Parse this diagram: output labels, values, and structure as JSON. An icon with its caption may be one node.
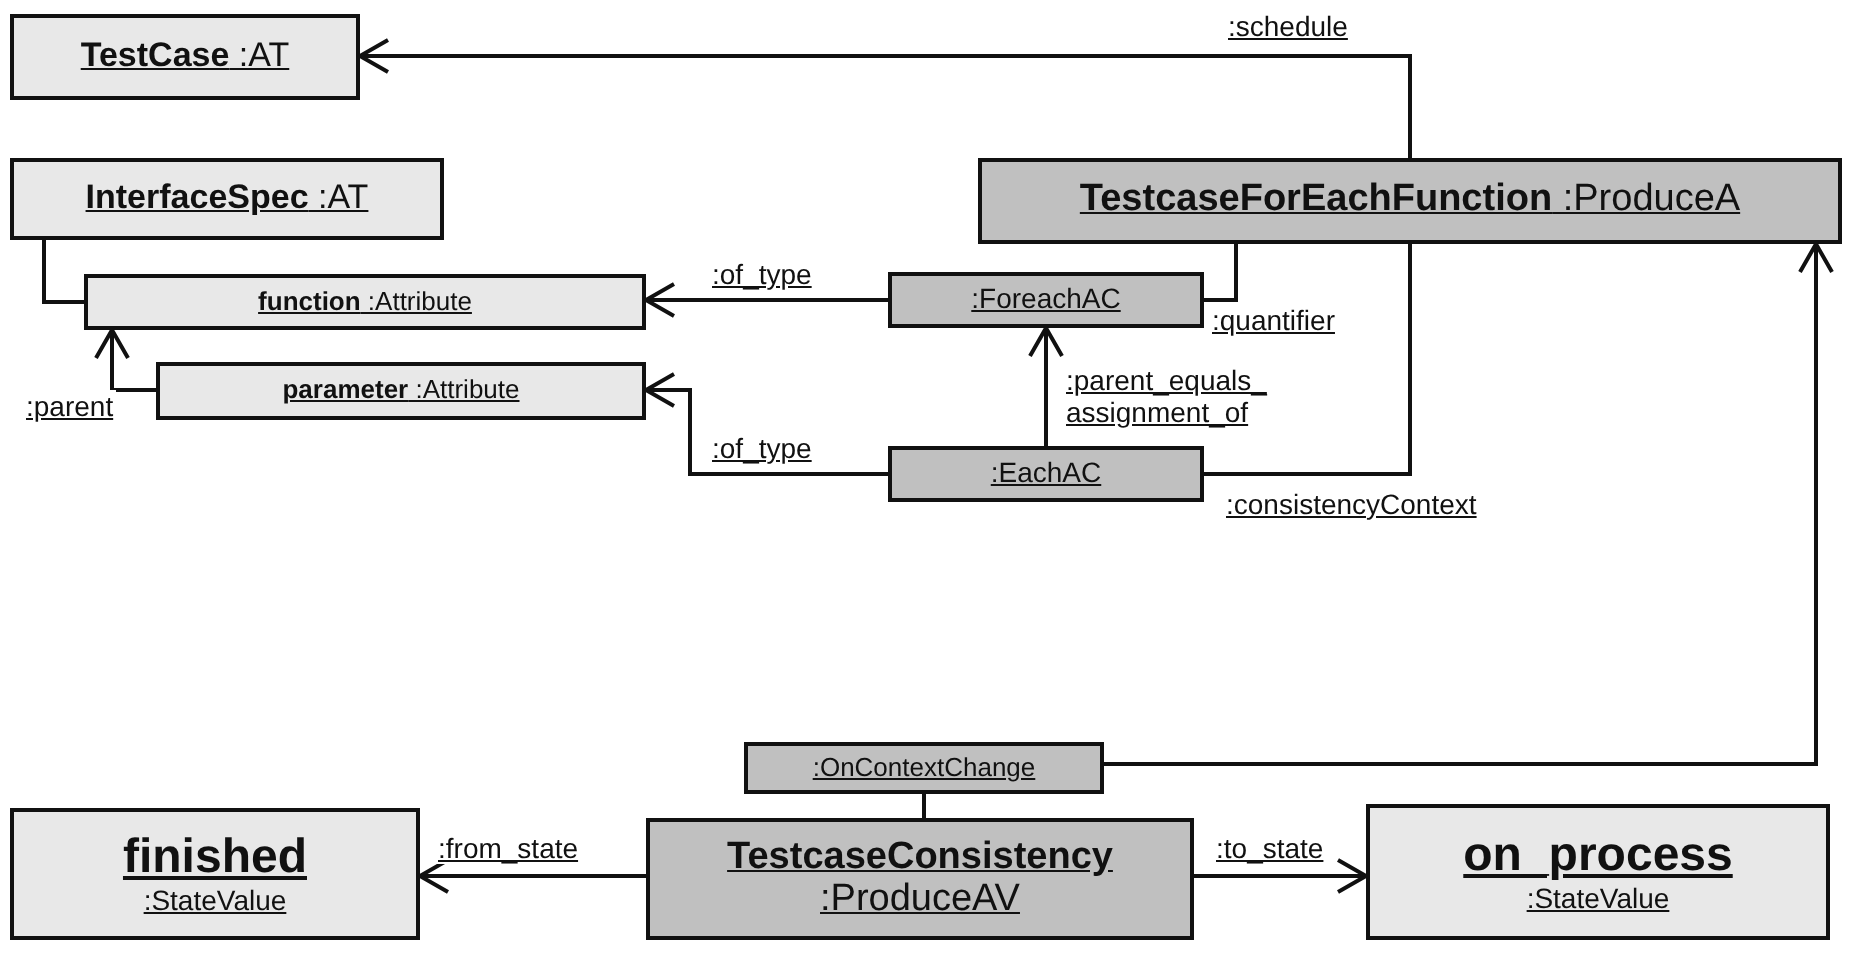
{
  "diagram": {
    "nodes": [
      {
        "text": [
          "**TestCase** :AT"
        ]
      },
      {
        "text": [
          "**InterfaceSpec** :AT"
        ]
      },
      {
        "text": [
          "**function** :Attribute"
        ]
      },
      {
        "text": [
          "**parameter** :Attribute"
        ]
      },
      {
        "text": [
          "**TestcaseForEachFunction** :ProduceA"
        ]
      },
      {
        "text": [
          ":ForeachAC"
        ]
      },
      {
        "text": [
          ":EachAC"
        ]
      },
      {
        "text": [
          ":OnContextChange"
        ]
      },
      {
        "text": [
          "finished",
          ":StateValue"
        ]
      },
      {
        "text": [
          "TestcaseConsistency",
          ":ProduceAV"
        ]
      },
      {
        "text": [
          "on_process",
          ":StateValue"
        ]
      }
    ],
    "edges": [
      {
        "from": 4,
        "to": 0,
        "arrow": "to",
        "label": ":schedule"
      },
      {
        "from": 1,
        "to": 2,
        "arrow": "none"
      },
      {
        "from": 3,
        "to": 2,
        "arrow": "to",
        "label": ":parent"
      },
      {
        "from": 5,
        "to": 2,
        "arrow": "to",
        "label": ":of_type"
      },
      {
        "from": 6,
        "to": 3,
        "arrow": "to",
        "label": ":of_type"
      },
      {
        "from": 5,
        "to": 4,
        "arrow": "none",
        "label": ":quantifier"
      },
      {
        "from": 6,
        "to": 5,
        "arrow": "to",
        "label": ":parent_equals_ assignment_of"
      },
      {
        "from": 6,
        "to": 4,
        "arrow": "none",
        "label": ":consistencyContext"
      },
      {
        "from": 7,
        "to": 4,
        "arrow": "to"
      },
      {
        "from": 9,
        "to": 7,
        "arrow": "none"
      },
      {
        "from": 9,
        "to": 8,
        "arrow": "to",
        "label": ":from_state"
      },
      {
        "from": 9,
        "to": 10,
        "arrow": "to",
        "label": ":to_state"
      }
    ]
  }
}
